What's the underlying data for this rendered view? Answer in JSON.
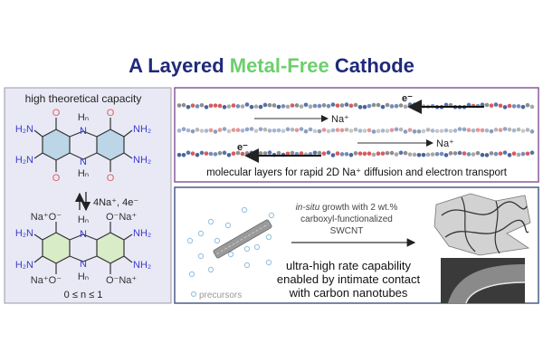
{
  "title": {
    "part1": "A Layered ",
    "part2": "Metal-Free",
    "part3": " Cathode"
  },
  "colors": {
    "title_blue": "#1f2a7a",
    "title_green": "#6ccf6c",
    "oxygen": "#e06060",
    "nitrogen": "#3a3ad0",
    "panel_left_bg": "#e9e9f6",
    "panel_top_border": "#8a5a9e",
    "panel_bottom_border": "#4c5c88"
  },
  "left_panel": {
    "heading": "high theoretical capacity",
    "top_molecule": {
      "O": "O",
      "H2N": "H₂N",
      "NH2": "NH₂",
      "N": "N",
      "Hn": "Hₙ"
    },
    "reaction": "4Na⁺, 4e⁻",
    "bottom_molecule": {
      "NaO_left": "Na⁺O⁻",
      "NaO_right": "O⁻Na⁺",
      "H2N": "H₂N",
      "NH2": "NH₂",
      "N": "N",
      "Hn": "Hₙ"
    },
    "range": "0 ≤ n ≤ 1"
  },
  "top_panel": {
    "electron": "e⁻",
    "sodium": "Na⁺",
    "caption": "molecular layers for rapid 2D Na⁺ diffusion and electron transport"
  },
  "bottom_panel": {
    "growth_italic": "in-situ",
    "growth_line1": " growth with 2 wt.%",
    "growth_line2": "carboxyl-functionalized",
    "growth_line3": "SWCNT",
    "result_line1": "ultra-high rate capability",
    "result_line2": "enabled by intimate contact",
    "result_line3": "with carbon nanotubes",
    "legend": "precursors"
  }
}
